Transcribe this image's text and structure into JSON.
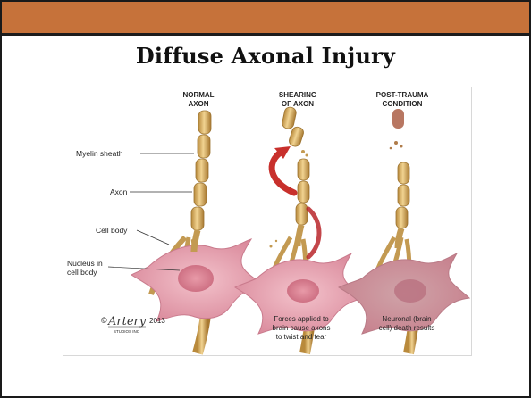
{
  "slide": {
    "title": "Diffuse Axonal Injury"
  },
  "figure": {
    "columns": {
      "normal": [
        "NORMAL",
        "AXON"
      ],
      "shearing": [
        "SHEARING",
        "OF AXON"
      ],
      "post": [
        "POST-TRAUMA",
        "CONDITION"
      ]
    },
    "labels": {
      "myelin": "Myelin sheath",
      "axon": "Axon",
      "cell_body": "Cell body",
      "nucleus": [
        "Nucleus in",
        "cell body"
      ]
    },
    "captions": {
      "shearing": [
        "Forces applied to",
        "brain cause axons",
        "to twist and tear"
      ],
      "post": [
        "Neuronal (brain",
        "cell) death results"
      ]
    },
    "credit": {
      "copyright": "©",
      "brand": "Artery",
      "sub": "STUDIOS INC",
      "year": "2013"
    }
  },
  "colors": {
    "header": "#c6723a",
    "myelin": "#d9b46a",
    "cell": "#e9a3b0",
    "nucleus": "#d77f90",
    "arrow": "#c8302c"
  }
}
